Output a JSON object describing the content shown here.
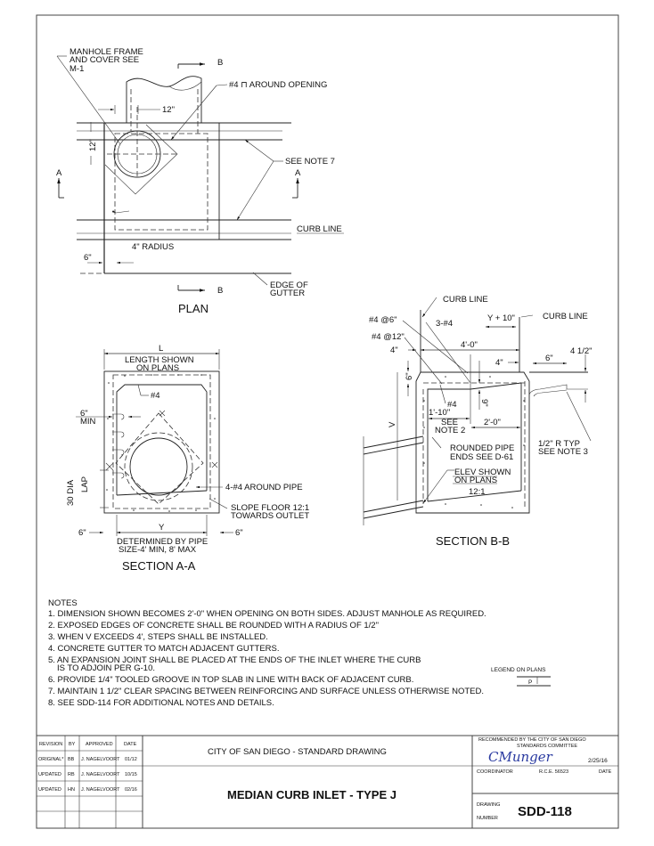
{
  "plan": {
    "manhole_note": [
      "MANHOLE FRAME",
      "AND COVER SEE",
      "M-1"
    ],
    "section_b_marker": "B",
    "section_a_marker": "A",
    "rebar_note": "#4 ⊓ AROUND OPENING",
    "dim_12_h": "12\"",
    "dim_12_v": "12\"",
    "see_note_7": "SEE NOTE 7",
    "curb_line": "CURB LINE",
    "radius": "4\" RADIUS",
    "dim_6": "6\"",
    "edge_of_gutter": [
      "EDGE OF",
      "GUTTER"
    ],
    "title": "PLAN"
  },
  "section_aa": {
    "dim_l": "L",
    "length_note": [
      "LENGTH SHOWN",
      "ON PLANS"
    ],
    "rebar": "#4",
    "min_6": [
      "6\"",
      "MIN"
    ],
    "dia_30": "30 DIA",
    "lap": "LAP",
    "around_pipe": "4-#4 AROUND PIPE",
    "slope": [
      "SLOPE FLOOR 12:1",
      "TOWARDS OUTLET"
    ],
    "dim_6_left": "6\"",
    "dim_y": "Y",
    "dim_6_right": "6\"",
    "determined": [
      "DETERMINED BY PIPE",
      "SIZE-4' MIN, 8' MAX"
    ],
    "title": "SECTION A-A"
  },
  "section_bb": {
    "curb_line_1": "CURB LINE",
    "curb_line_2": "CURB LINE",
    "rebar_6": "#4 @6\"",
    "rebar_12": "#4 @12\"",
    "three_4": "3-#4",
    "y_plus_10": "Y + 10\"",
    "dim_4_left": "4\"",
    "dim_4_0": "4'-0\"",
    "dim_4_right": "4\"",
    "dim_4_half": "4 1/2\"",
    "dim_6_top": "6\"",
    "dim_6_v": "6\"",
    "dim_9": "9\"",
    "rebar_4": "#4",
    "dim_1_10": "1'-10\"",
    "see_note_2": [
      "SEE",
      "NOTE 2"
    ],
    "dim_2_0": "2'-0\"",
    "dim_v": "V",
    "rounded_pipe": [
      "ROUNDED PIPE",
      "ENDS SEE D-61"
    ],
    "half_r": [
      "1/2\" R TYP",
      "SEE NOTE 3"
    ],
    "elev": [
      "ELEV SHOWN",
      "ON PLANS"
    ],
    "slope": "12:1",
    "title": "SECTION B-B"
  },
  "notes": {
    "heading": "NOTES",
    "items": [
      "1. DIMENSION SHOWN BECOMES 2'-0\" WHEN OPENING ON BOTH SIDES. ADJUST MANHOLE AS REQUIRED.",
      "2. EXPOSED EDGES OF CONCRETE SHALL BE ROUNDED WITH A RADIUS OF 1/2\"",
      "3. WHEN V EXCEEDS 4', STEPS SHALL BE INSTALLED.",
      "4. CONCRETE GUTTER TO MATCH ADJACENT GUTTERS.",
      "5. AN EXPANSION JOINT SHALL BE PLACED AT THE ENDS OF THE INLET WHERE THE CURB",
      "    IS TO ADJOIN PER G-10.",
      "6. PROVIDE 1/4\" TOOLED GROOVE IN TOP SLAB IN LINE WITH BACK OF ADJACENT CURB.",
      "7. MAINTAIN 1 1/2\" CLEAR SPACING BETWEEN REINFORCING AND SURFACE UNLESS OTHERWISE NOTED.",
      "8. SEE SDD-114 FOR ADDITIONAL NOTES AND DETAILS."
    ],
    "legend_label": "LEGEND ON PLANS",
    "legend_symbol": "P"
  },
  "title_block": {
    "headers": [
      "REVISION",
      "BY",
      "APPROVED",
      "DATE"
    ],
    "rows": [
      [
        "ORIGINAL*",
        "BB",
        "J. NAGELVOORT",
        "01/12"
      ],
      [
        "UPDATED",
        "RB",
        "J. NAGELVOORT",
        "10/15"
      ],
      [
        "UPDATED",
        "HN",
        "J. NAGELVOORT",
        "02/16"
      ]
    ],
    "agency": "CITY OF SAN DIEGO - STANDARD DRAWING",
    "title": "MEDIAN CURB INLET - TYPE J",
    "recommended": [
      "RECOMMENDED BY THE CITY OF SAN DIEGO",
      "STANDARDS COMMITTEE"
    ],
    "signature": "CMunger",
    "sign_date": "2/25/16",
    "coordinator": "COORDINATOR",
    "rce": "R.C.E. 56523",
    "date_label": "DATE",
    "drawing_label": [
      "DRAWING",
      "NUMBER"
    ],
    "drawing_number": "SDD-118"
  }
}
